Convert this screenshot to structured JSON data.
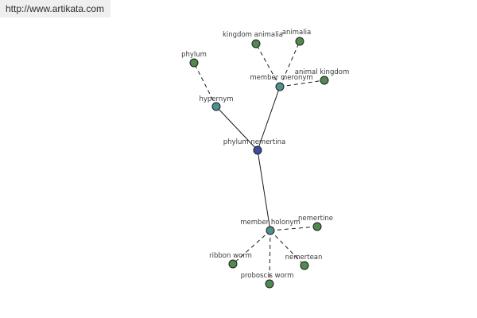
{
  "banner": {
    "text": "http://www.artikata.com"
  },
  "colors": {
    "center": "#3a4d9e",
    "relation": "#4e8f8f",
    "leaf": "#4f8a4f",
    "edge": "#1a1a1a",
    "banner_bg": "#efefef"
  },
  "graph": {
    "nodes": [
      {
        "id": "phylum-nemertina",
        "label": "phylum nemertina",
        "kind": "center"
      },
      {
        "id": "hypernym",
        "label": "hypernym",
        "kind": "relation"
      },
      {
        "id": "member-meronym",
        "label": "member meronym",
        "kind": "relation"
      },
      {
        "id": "member-holonym",
        "label": "member holonym",
        "kind": "relation"
      },
      {
        "id": "phylum",
        "label": "phylum",
        "kind": "leaf"
      },
      {
        "id": "kingdom-animalia",
        "label": "kingdom animalia",
        "kind": "leaf"
      },
      {
        "id": "animalia",
        "label": "animalia",
        "kind": "leaf"
      },
      {
        "id": "animal-kingdom",
        "label": "animal kingdom",
        "kind": "leaf"
      },
      {
        "id": "nemertine",
        "label": "nemertine",
        "kind": "leaf"
      },
      {
        "id": "ribbon-worm",
        "label": "ribbon worm",
        "kind": "leaf"
      },
      {
        "id": "nemertean",
        "label": "nemertean",
        "kind": "leaf"
      },
      {
        "id": "proboscis-worm",
        "label": "proboscis worm",
        "kind": "leaf"
      }
    ],
    "edges": [
      {
        "from": "phylum-nemertina",
        "to": "hypernym",
        "style": "solid"
      },
      {
        "from": "phylum-nemertina",
        "to": "member-meronym",
        "style": "solid"
      },
      {
        "from": "phylum-nemertina",
        "to": "member-holonym",
        "style": "solid"
      },
      {
        "from": "hypernym",
        "to": "phylum",
        "style": "dashed"
      },
      {
        "from": "member-meronym",
        "to": "kingdom-animalia",
        "style": "dashed"
      },
      {
        "from": "member-meronym",
        "to": "animalia",
        "style": "dashed"
      },
      {
        "from": "member-meronym",
        "to": "animal-kingdom",
        "style": "dashed"
      },
      {
        "from": "member-holonym",
        "to": "nemertine",
        "style": "dashed"
      },
      {
        "from": "member-holonym",
        "to": "ribbon-worm",
        "style": "dashed"
      },
      {
        "from": "member-holonym",
        "to": "nemertean",
        "style": "dashed"
      },
      {
        "from": "member-holonym",
        "to": "proboscis-worm",
        "style": "dashed"
      }
    ]
  }
}
